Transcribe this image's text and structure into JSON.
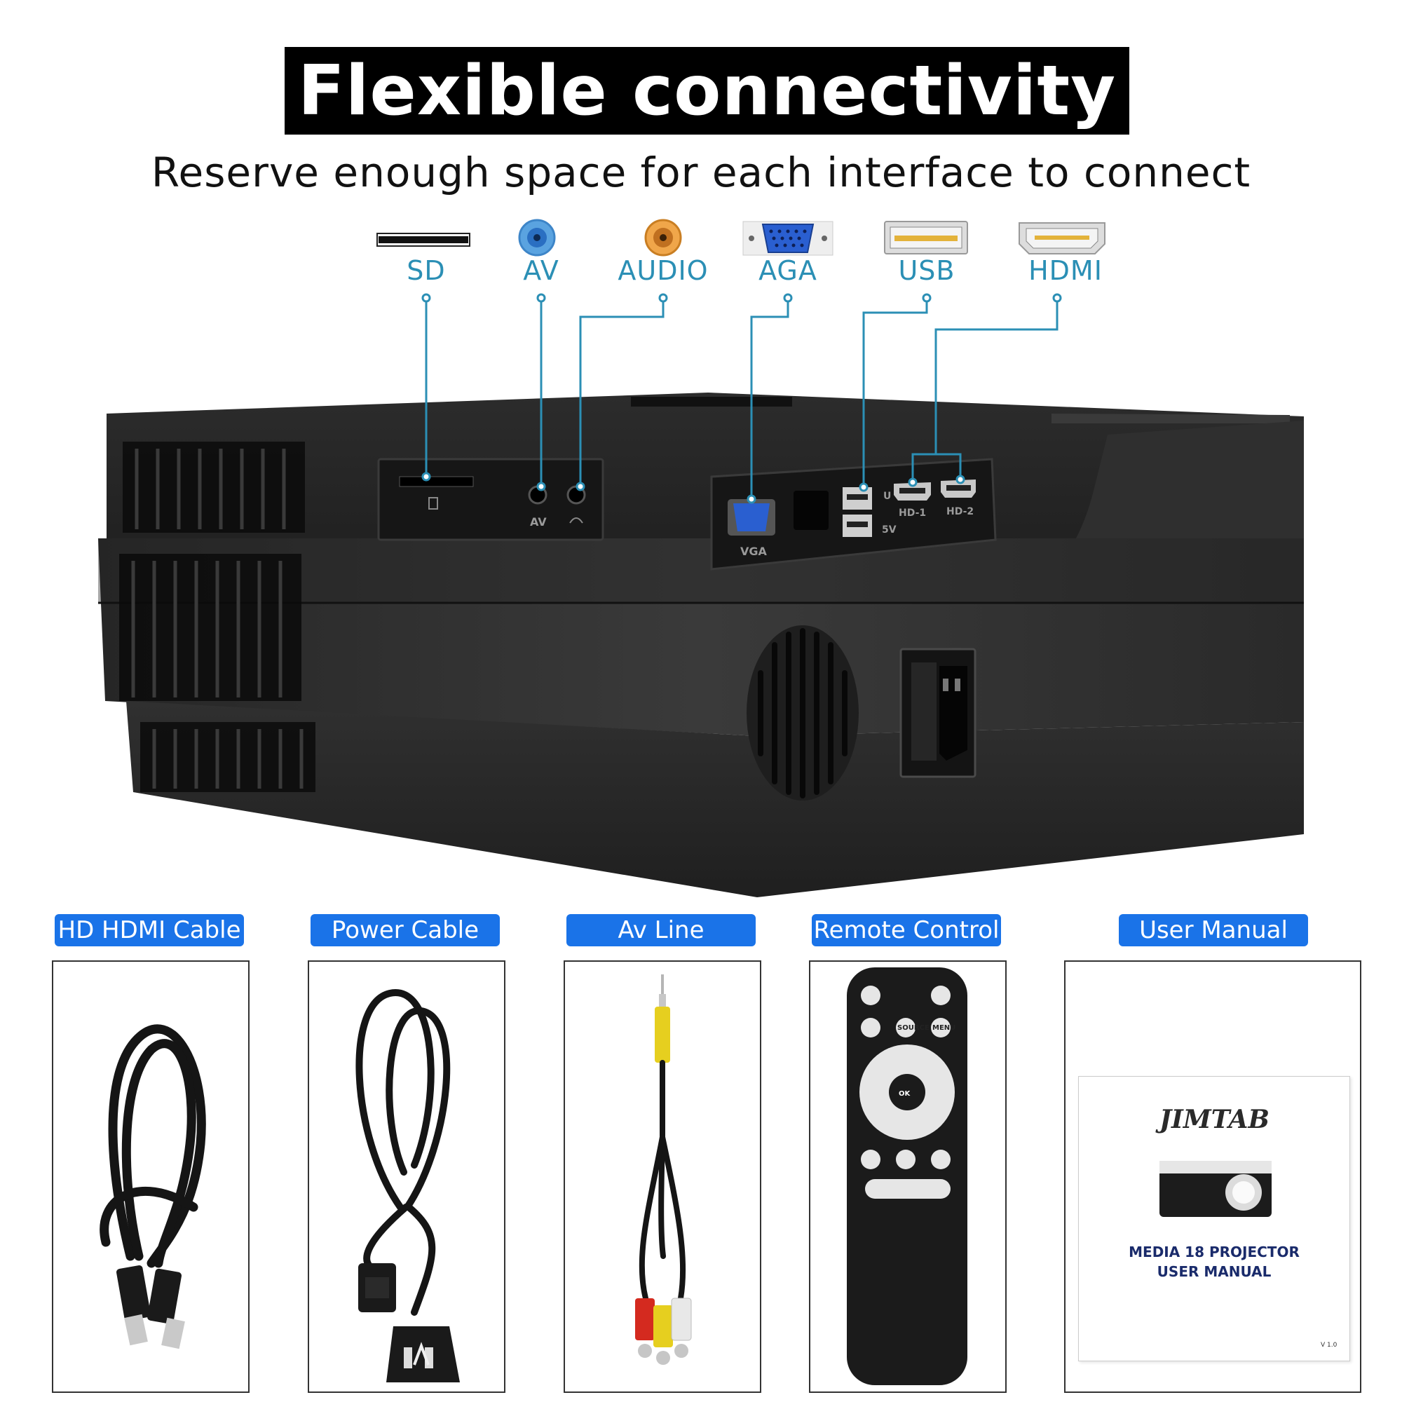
{
  "header": {
    "title": "Flexible connectivity",
    "subtitle": "Reserve enough space for each interface to connect"
  },
  "ports": [
    {
      "label": "SD",
      "icon": "sd-slot-icon"
    },
    {
      "label": "AV",
      "icon": "av-jack-icon",
      "color": "#2a7fd4"
    },
    {
      "label": "AUDIO",
      "icon": "audio-jack-icon",
      "color": "#e0902a"
    },
    {
      "label": "AGA",
      "icon": "vga-port-icon",
      "color": "#2a5fd0"
    },
    {
      "label": "USB",
      "icon": "usb-port-icon"
    },
    {
      "label": "HDMI",
      "icon": "hdmi-port-icon"
    }
  ],
  "projector_panel_labels": {
    "av": "AV",
    "vga": "VGA",
    "usb_u": "U",
    "usb_5v": "5V",
    "hd1": "HD-1",
    "hd2": "HD-2"
  },
  "accessories": [
    {
      "label": "HD HDMI Cable",
      "icon": "hdmi-cable-icon"
    },
    {
      "label": "Power Cable",
      "icon": "power-cable-icon"
    },
    {
      "label": "Av Line",
      "icon": "av-cable-icon"
    },
    {
      "label": "Remote Control",
      "icon": "remote-control-icon"
    },
    {
      "label": "User Manual",
      "icon": "user-manual-icon"
    }
  ],
  "remote": {
    "source": "SOURCE",
    "menu": "MENU",
    "ok": "OK"
  },
  "manual": {
    "logo": "JIMTAB",
    "title_line1": "MEDIA 18 PROJECTOR",
    "title_line2": "USER MANUAL",
    "version": "V 1.0"
  },
  "colors": {
    "label_teal": "#2b8fb5",
    "tag_blue": "#1a73e8",
    "title_bg": "#000000"
  }
}
